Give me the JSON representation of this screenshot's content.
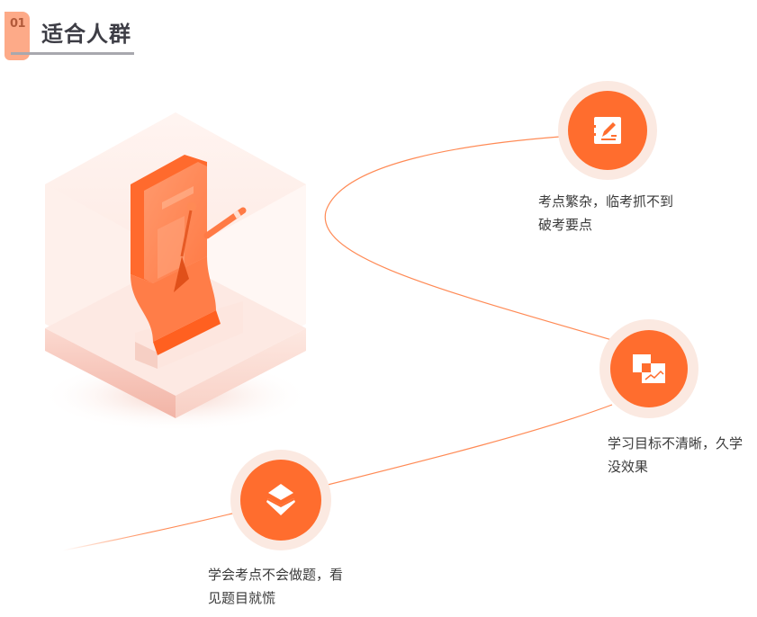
{
  "header": {
    "number": "01",
    "title": "适合人群"
  },
  "colors": {
    "accent": "#ff6d2e",
    "ring": "#fbe9e1",
    "badge": "#fdaa88",
    "title_text": "#3d3d45",
    "caption_text": "#3a3a3a",
    "line": "#ff8a55"
  },
  "illustration": {
    "icon": "pen-on-paper-isometric-illustration"
  },
  "audience": [
    {
      "icon": "notebook-pen-icon",
      "lines": [
        "考点繁杂，临考抓不到",
        "破考要点"
      ]
    },
    {
      "icon": "chart-image-icon",
      "lines": [
        "学习目标不清晰，久学",
        "没效果"
      ]
    },
    {
      "icon": "stacked-layers-icon",
      "lines": [
        "学会考点不会做题，看",
        "见题目就慌"
      ]
    }
  ]
}
